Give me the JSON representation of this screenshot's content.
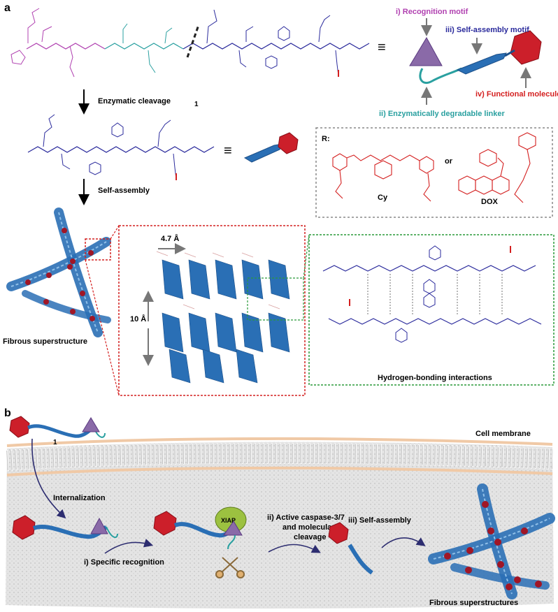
{
  "panel_a": {
    "label": "a",
    "compound_label": "1",
    "equiv_symbol": "≡",
    "recognition_motif": "i) Recognition motif",
    "self_assembly_motif": "iii) Self-assembly motif",
    "functional_molecule": "iv) Functional molecule",
    "degradable_linker": "ii) Enzymatically degradable linker",
    "step1": "Enzymatic cleavage",
    "step2": "Self-assembly",
    "r_label": "R:",
    "or_text": "or",
    "cy_label": "Cy",
    "dox_label": "DOX",
    "spacing_47": "4.7 Å",
    "spacing_10": "10 Å",
    "fibrous_superstructure": "Fibrous superstructure",
    "hbond_label": "Hydrogen-bonding interactions"
  },
  "panel_b": {
    "label": "b",
    "compound_label": "1",
    "cell_membrane": "Cell membrane",
    "internalization": "Internalization",
    "specific_recognition": "i) Specific recognition",
    "xiap": "XIAP",
    "caspase_line1": "ii) Active caspase-3/7",
    "caspase_line2": "and molecular",
    "caspase_line3": "cleavage",
    "self_assembly": "iii) Self-assembly",
    "fibrous_superstructures": "Fibrous superstructures"
  },
  "colors": {
    "recognition": "#b040b0",
    "linker": "#2aa0a0",
    "assembly": "#2a2a9c",
    "functional": "#d42020",
    "fiber": "#2a6fb5",
    "triangle": "#8a6aa8"
  }
}
